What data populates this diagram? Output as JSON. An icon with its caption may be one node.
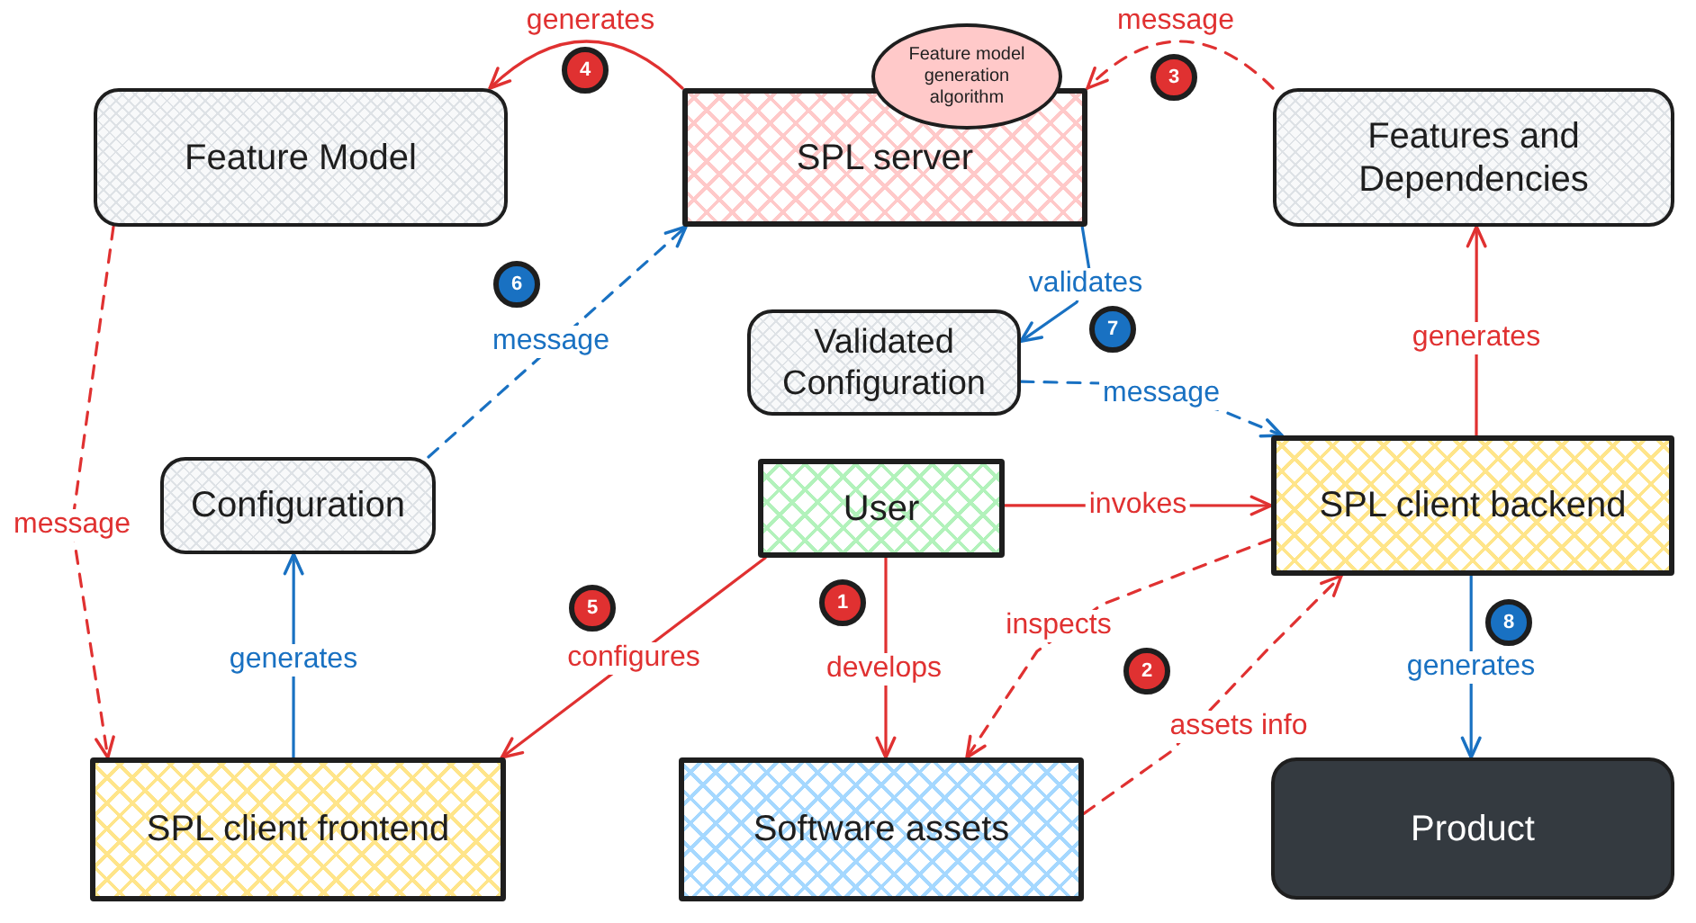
{
  "diagram": {
    "nodes": [
      {
        "text": [
          "Feature model generation algorithm"
        ]
      },
      {
        "text": [
          "4"
        ]
      },
      {
        "text": [
          "3"
        ]
      },
      {
        "text": [
          "Feature Model"
        ]
      },
      {
        "text": [
          "SPL server"
        ]
      },
      {
        "text": [
          "Features and Dependencies"
        ]
      },
      {
        "text": [
          "6"
        ]
      },
      {
        "text": [
          "Validated Configuration"
        ]
      },
      {
        "text": [
          "7"
        ]
      },
      {
        "text": [
          "SPL client backend"
        ]
      },
      {
        "text": [
          "Configuration"
        ]
      },
      {
        "text": [
          "User"
        ]
      },
      {
        "text": [
          "5"
        ]
      },
      {
        "text": [
          "1"
        ]
      },
      {
        "text": [
          "2"
        ]
      },
      {
        "text": [
          "8"
        ]
      },
      {
        "text": [
          "SPL client frontend"
        ]
      },
      {
        "text": [
          "Software assets"
        ]
      },
      {
        "text": [
          "Product"
        ]
      }
    ],
    "edges": [
      {
        "from": 4,
        "to": 3,
        "arrow": "to",
        "label": "generates"
      },
      {
        "from": 5,
        "to": 4,
        "arrow": "to",
        "label": "message",
        "style": "dashed"
      },
      {
        "from": 3,
        "to": 16,
        "arrow": "to",
        "label": "message",
        "style": "dashed"
      },
      {
        "from": 16,
        "to": 10,
        "arrow": "to",
        "label": "generates",
        "color": "#1971c2"
      },
      {
        "from": 10,
        "to": 4,
        "arrow": "to",
        "label": "message",
        "style": "dashed",
        "color": "#1971c2"
      },
      {
        "from": 4,
        "to": 7,
        "arrow": "to",
        "label": "validates",
        "color": "#1971c2"
      },
      {
        "from": 7,
        "to": 9,
        "arrow": "to",
        "label": "message",
        "style": "dashed",
        "color": "#1971c2"
      },
      {
        "from": 9,
        "to": 5,
        "arrow": "to",
        "label": "generates"
      },
      {
        "from": 11,
        "to": 9,
        "arrow": "to",
        "label": "invokes"
      },
      {
        "from": 11,
        "to": 17,
        "arrow": "to",
        "label": "develops"
      },
      {
        "from": 11,
        "to": 16,
        "arrow": "to",
        "label": "configures"
      },
      {
        "from": 9,
        "to": 17,
        "arrow": "to",
        "label": "inspects",
        "style": "dashed"
      },
      {
        "from": 17,
        "to": 9,
        "arrow": "to",
        "label": "assets info",
        "style": "dashed"
      },
      {
        "from": 9,
        "to": 18,
        "arrow": "to",
        "label": "generates",
        "color": "#1971c2"
      }
    ]
  }
}
